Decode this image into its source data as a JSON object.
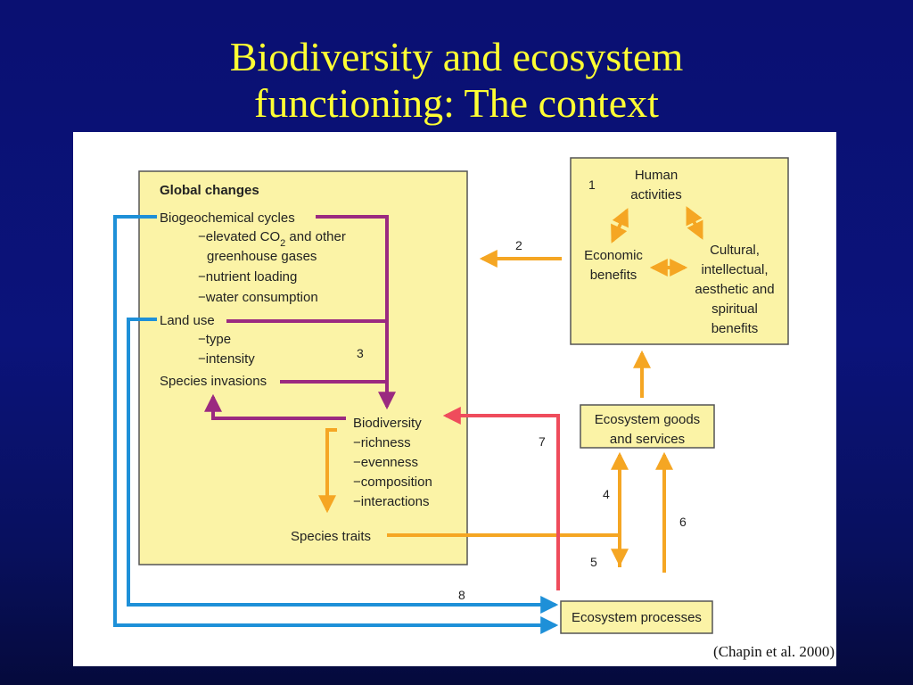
{
  "title": {
    "line1": "Biodiversity and ecosystem",
    "line2": "functioning: The context"
  },
  "citation": "(Chapin et al. 2000)",
  "colors": {
    "blue_arrow": "#1e90d8",
    "purple_arrow": "#9b2a80",
    "orange_arrow": "#f5a623",
    "red_arrow": "#ef4c5c",
    "box_fill": "#fbf3a6",
    "title_text": "#ffff33"
  },
  "global_changes": {
    "heading": "Global changes",
    "bio_cycles": "Biogeochemical cycles",
    "co2_prefix": "−elevated CO",
    "co2_sub": "2",
    "co2_suffix": " and other",
    "greenhouse": "greenhouse gases",
    "nutrient": "−nutrient loading",
    "water": "−water consumption",
    "land_use": "Land use",
    "type": "−type",
    "intensity": "−intensity",
    "invasions": "Species invasions"
  },
  "biodiversity": {
    "heading": "Biodiversity",
    "richness": "−richness",
    "evenness": "−evenness",
    "composition": "−composition",
    "interactions": "−interactions"
  },
  "species_traits": "Species traits",
  "human_box": {
    "human_line1": "Human",
    "human_line2": "activities",
    "economic_line1": "Economic",
    "economic_line2": "benefits",
    "cultural_line1": "Cultural,",
    "cultural_line2": "intellectual,",
    "cultural_line3": "aesthetic and",
    "cultural_line4": "spiritual",
    "cultural_line5": "benefits"
  },
  "goods": {
    "line1": "Ecosystem goods",
    "line2": "and services"
  },
  "processes": "Ecosystem processes",
  "numbers": {
    "n1": "1",
    "n2": "2",
    "n3": "3",
    "n4": "4",
    "n5": "5",
    "n6": "6",
    "n7": "7",
    "n8": "8"
  }
}
